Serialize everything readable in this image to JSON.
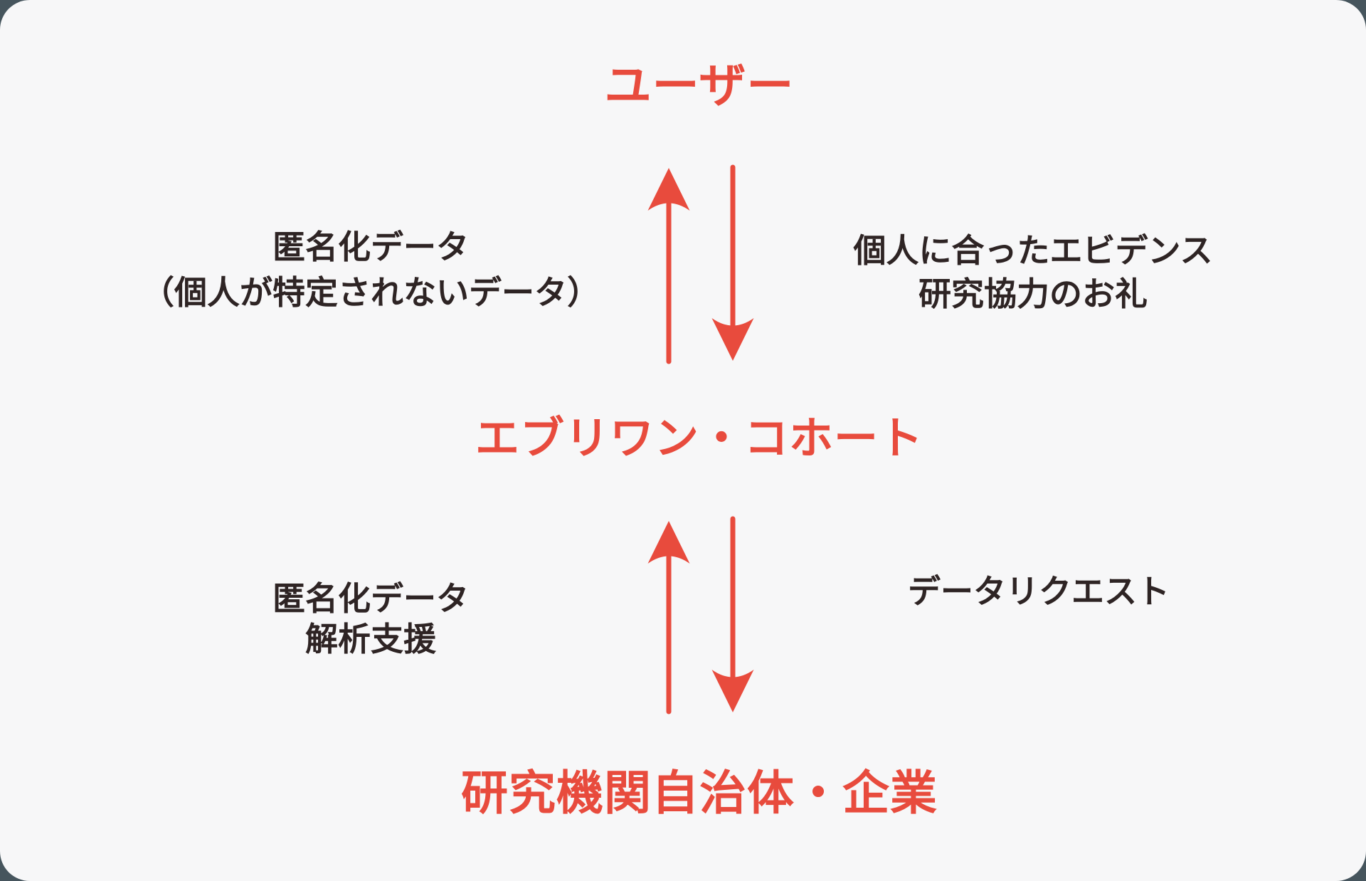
{
  "colors": {
    "outer_bg": "#46555D",
    "card_bg": "#F7F7F8",
    "accent_red": "#E84B3D",
    "text_dark": "#2E2424"
  },
  "nodes": {
    "user": "ユーザー",
    "cohort": "エブリワン・コホート",
    "institutions": "研究機関自治体・企業"
  },
  "labels": {
    "upper_left": {
      "line1": "匿名化データ",
      "line2": "（個人が特定されないデータ）"
    },
    "upper_right": {
      "line1": "個人に合ったエビデンス",
      "line2": "研究協力のお礼"
    },
    "lower_left": {
      "line1": "匿名化データ",
      "line2": "解析支援"
    },
    "lower_right": {
      "line1": "データリクエスト"
    }
  }
}
